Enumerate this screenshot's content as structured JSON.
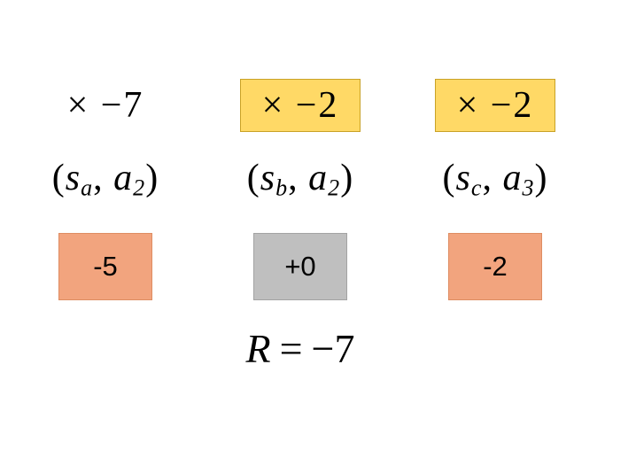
{
  "syntax": {
    "open_paren": "(",
    "comma": ", ",
    "close_paren": ")"
  },
  "columns": [
    {
      "multiplier": "× −7",
      "highlighted": false,
      "state_base": "s",
      "state_sub": "a",
      "action_base": "a",
      "action_sub": "2",
      "reward": "-5",
      "reward_style": "orange"
    },
    {
      "multiplier": "× −2",
      "highlighted": true,
      "state_base": "s",
      "state_sub": "b",
      "action_base": "a",
      "action_sub": "2",
      "reward": "+0",
      "reward_style": "gray"
    },
    {
      "multiplier": "× −2",
      "highlighted": true,
      "state_base": "s",
      "state_sub": "c",
      "action_base": "a",
      "action_sub": "3",
      "reward": "-2",
      "reward_style": "orange"
    }
  ],
  "result": {
    "variable": "R",
    "equals": "=",
    "value": "−7"
  },
  "colors": {
    "highlight_fill": "#FFD966",
    "highlight_border": "#C9A227",
    "reward_orange_fill": "#F2A47E",
    "reward_orange_border": "#DE8D62",
    "reward_gray_fill": "#BFBFBF",
    "reward_gray_border": "#A3A3A3",
    "text": "#000000",
    "background": "#FFFFFF"
  }
}
